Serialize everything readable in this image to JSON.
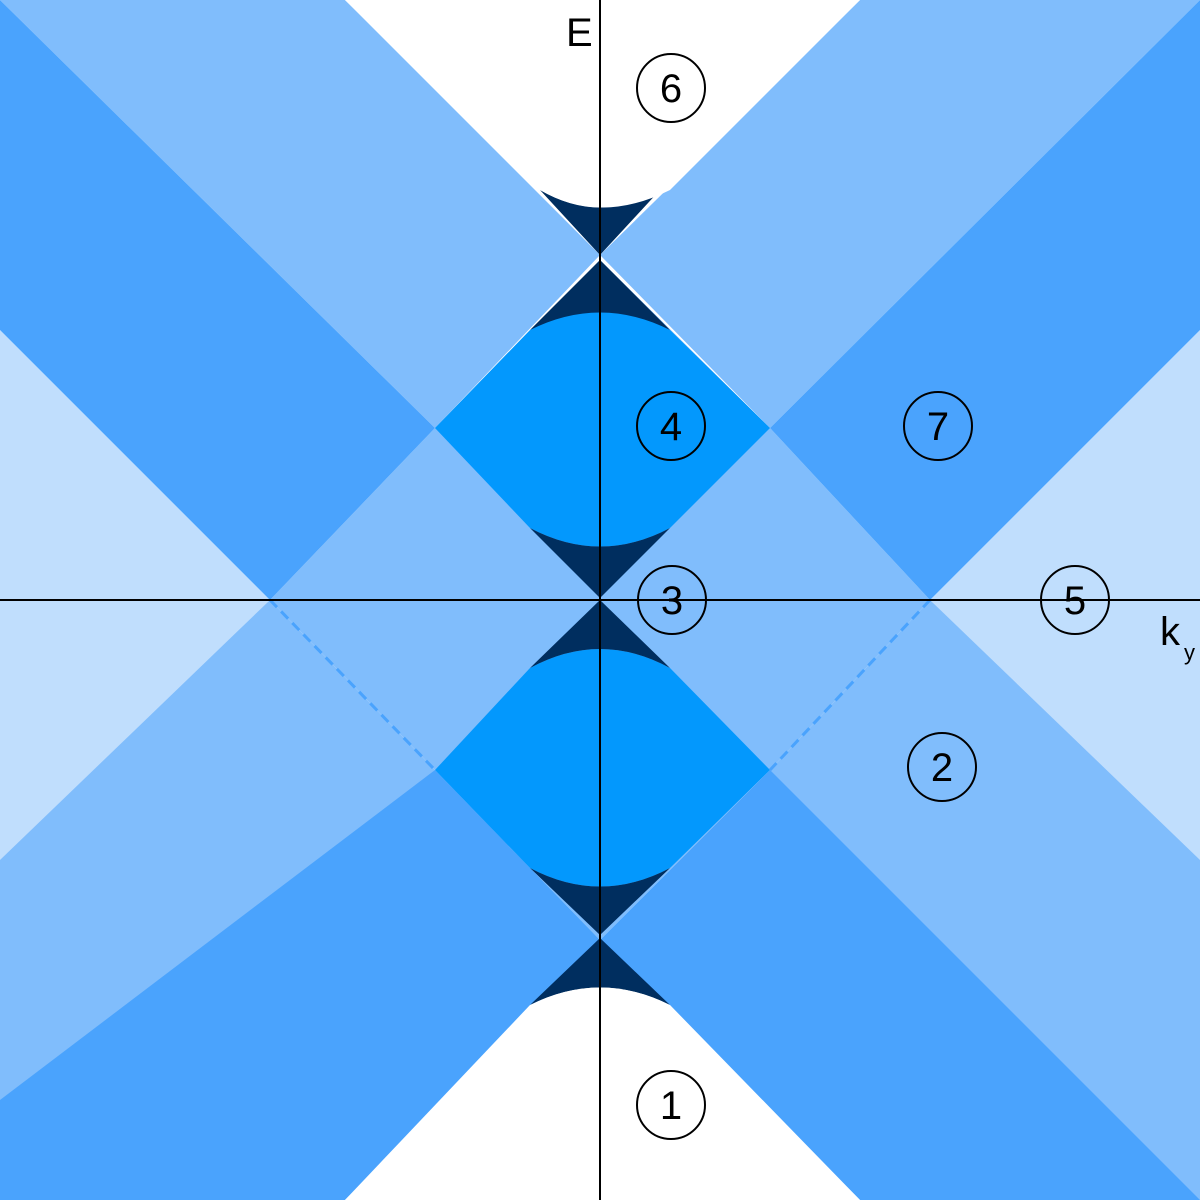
{
  "axes": {
    "vertical_label": "E",
    "horizontal_label_base": "k",
    "horizontal_label_subscript": "y"
  },
  "region_labels": {
    "r1": "1",
    "r2": "2",
    "r3": "3",
    "r4": "4",
    "r5": "5",
    "r6": "6",
    "r7": "7"
  },
  "colors": {
    "background": "#ffffff",
    "pale_blue": "#c0defd",
    "light_blue": "#80bdfc",
    "medium_blue": "#4aa3fd",
    "bright_blue": "#0398fd",
    "navy": "#002e5f",
    "dashed_line": "#4aa3fd",
    "axis": "#000000"
  }
}
